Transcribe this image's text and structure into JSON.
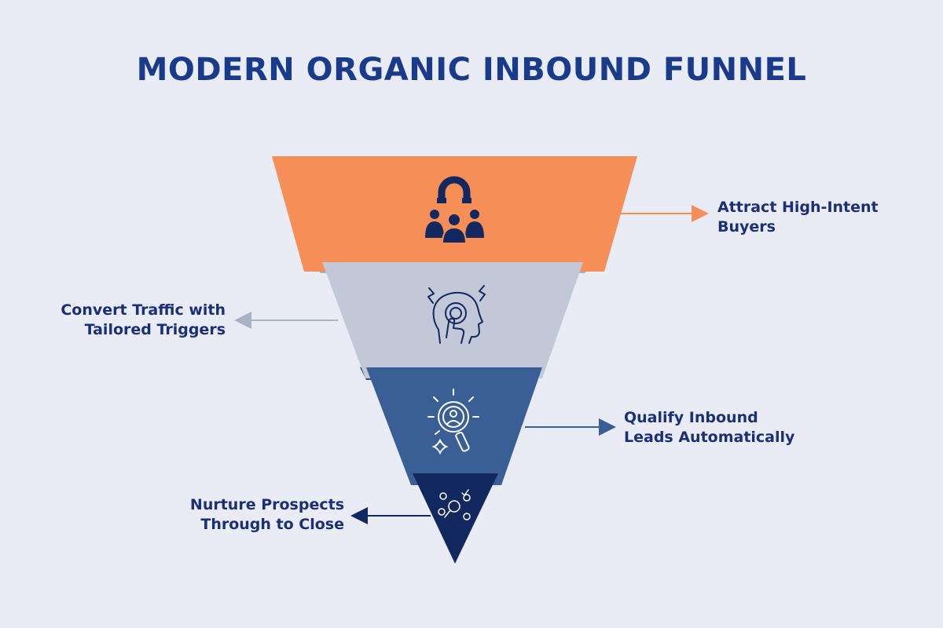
{
  "title": "MODERN ORGANIC INBOUND FUNNEL",
  "colors": {
    "background": "#e9ecf5",
    "title": "#1a3a8c",
    "label_text": "#1a2f78",
    "stage_attract": "#f58f57",
    "stage_convert": "#c2c8d7",
    "stage_qualify": "#3a5e96",
    "stage_nurture": "#142860"
  },
  "stages": [
    {
      "key": "attract",
      "icon": "magnet-people-icon",
      "label_lines": [
        "Attract High-Intent",
        "Buyers"
      ],
      "label_side": "right"
    },
    {
      "key": "convert",
      "icon": "head-touch-icon",
      "label_lines": [
        "Convert Traffic with",
        "Tailored Triggers"
      ],
      "label_side": "left"
    },
    {
      "key": "qualify",
      "icon": "magnifier-person-icon",
      "label_lines": [
        "Qualify Inbound",
        "Leads Automatically"
      ],
      "label_side": "right"
    },
    {
      "key": "nurture",
      "icon": "network-search-icon",
      "label_lines": [
        "Nurture Prospects",
        "Through to Close"
      ],
      "label_side": "left"
    }
  ]
}
